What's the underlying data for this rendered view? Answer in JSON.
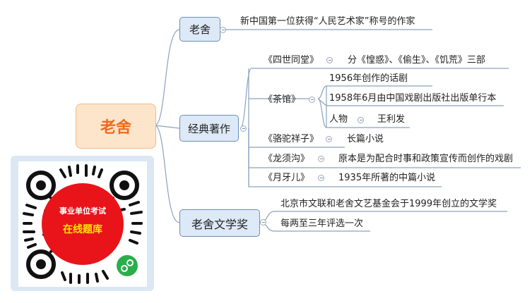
{
  "root": {
    "label": "老舍"
  },
  "branches": {
    "intro": {
      "label": "老舍",
      "text": "新中国第一位获得“人民艺术家”称号的作家"
    },
    "works": {
      "label": "经典著作",
      "items": [
        {
          "title": "《四世同堂》",
          "detail": "分《惶惑》、《偷生》、《饥荒》三部"
        },
        {
          "title": "《茶馆》",
          "details": [
            "1956年创作的话剧",
            "1958年6月由中国戏剧出版社出版单行本"
          ],
          "sub_label": "人物",
          "sub_value": "王利发"
        },
        {
          "title": "《骆驼祥子》",
          "detail": "长篇小说"
        },
        {
          "title": "《龙须沟》",
          "detail": "原本是为配合时事和政策宣传而创作的戏剧"
        },
        {
          "title": "《月牙儿》",
          "detail": "1935年所著的中篇小说"
        }
      ]
    },
    "award": {
      "label": "老舍文学奖",
      "lines": [
        "北京市文联和老舍文艺基金会于1999年创立的文学奖",
        "每两至三年评选一次"
      ]
    }
  },
  "qr": {
    "line1": "事业单位考试",
    "line2": "在线题库",
    "accent": "#e8141a",
    "badge": "#2aae4b"
  },
  "colors": {
    "line": "#8aa2be",
    "root_text": "#f06a1a"
  }
}
